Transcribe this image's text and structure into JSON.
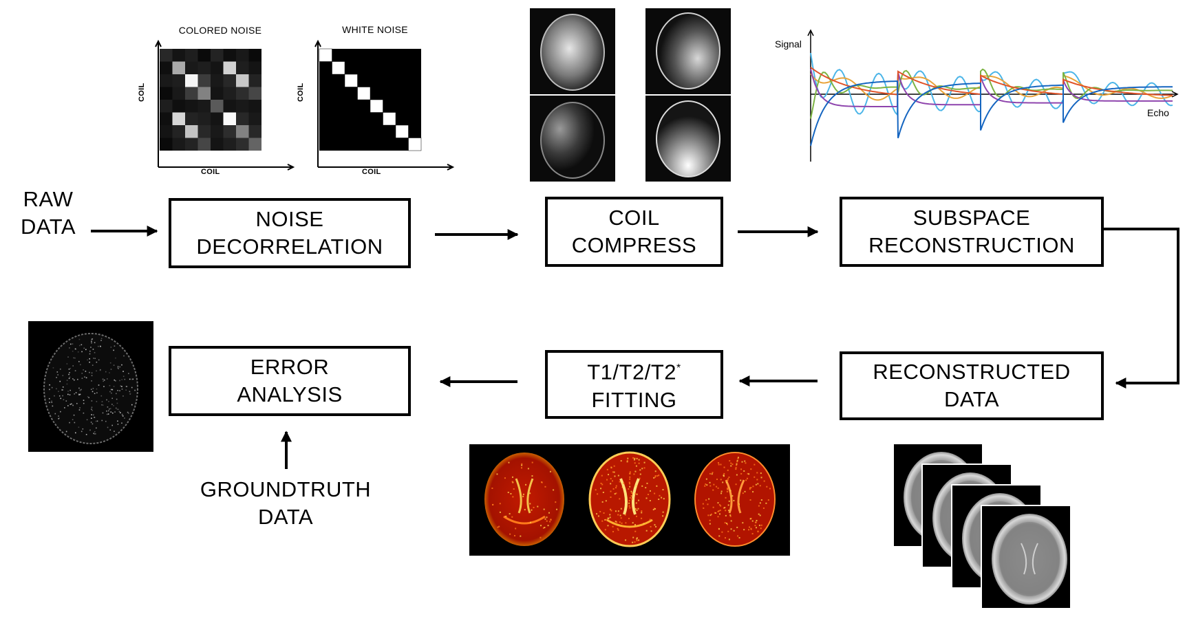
{
  "diagram": {
    "raw_data": [
      "RAW",
      "DATA"
    ],
    "groundtruth_data": [
      "GROUNDTRUTH",
      "DATA"
    ],
    "boxes": {
      "noise_decorrelation": [
        "NOISE",
        "DECORRELATION"
      ],
      "coil_compress": [
        "COIL",
        "COMPRESS"
      ],
      "subspace_reconstruction": [
        "SUBSPACE",
        "RECONSTRUCTION"
      ],
      "reconstructed_data": [
        "RECONSTRUCTED",
        "DATA"
      ],
      "fitting": {
        "line1_main": "T1/T2/T2",
        "line1_sup": "*",
        "line2": "FITTING"
      },
      "error_analysis": [
        "ERROR",
        "ANALYSIS"
      ]
    },
    "noise_panels": {
      "colored_title": "COLORED NOISE",
      "white_title": "WHITE NOISE",
      "axis_label": "COIL"
    },
    "signal_plot": {
      "y_label": "Signal",
      "x_label": "Echo",
      "series_colors": [
        "#4bb5e8",
        "#e8a33a",
        "#7cb342",
        "#8e44ad",
        "#e0542a",
        "#1565c0"
      ]
    },
    "colors": {
      "map_red": "#b81600",
      "map_orange": "#e04a0a",
      "gray_scan": "#9a9a9a"
    }
  }
}
